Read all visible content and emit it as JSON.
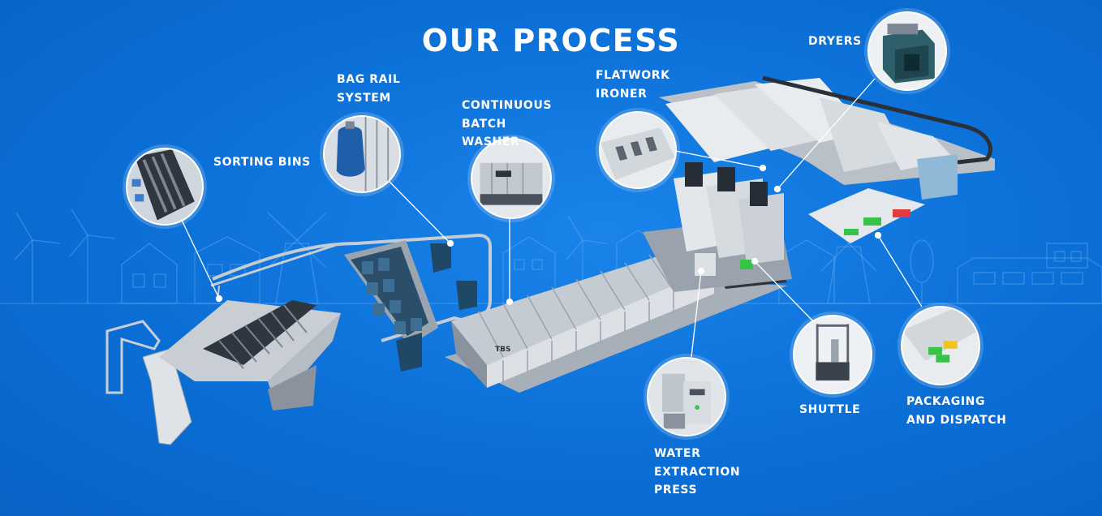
{
  "title": "OUR PROCESS",
  "stations": [
    {
      "id": "sorting-bins",
      "lines": [
        "SORTING BINS"
      ]
    },
    {
      "id": "bag-rail-system",
      "lines": [
        "BAG RAIL",
        "SYSTEM"
      ]
    },
    {
      "id": "continuous-batch-washer",
      "lines": [
        "CONTINUOUS",
        "BATCH",
        "WASHER"
      ]
    },
    {
      "id": "flatwork-ironer",
      "lines": [
        "FLATWORK",
        "IRONER"
      ]
    },
    {
      "id": "dryers",
      "lines": [
        "DRYERS"
      ]
    },
    {
      "id": "water-extraction-press",
      "lines": [
        "WATER",
        "EXTRACTION",
        "PRESS"
      ]
    },
    {
      "id": "shuttle",
      "lines": [
        "SHUTTLE"
      ]
    },
    {
      "id": "packaging-and-dispatch",
      "lines": [
        "PACKAGING",
        "AND DISPATCH"
      ]
    }
  ],
  "machine_labels": {
    "washer_brand": "TBS"
  },
  "colors": {
    "background": "#0b6fd6",
    "text": "#ffffff",
    "machinery": "#d9dde2",
    "accent_green": "#39c24a"
  }
}
